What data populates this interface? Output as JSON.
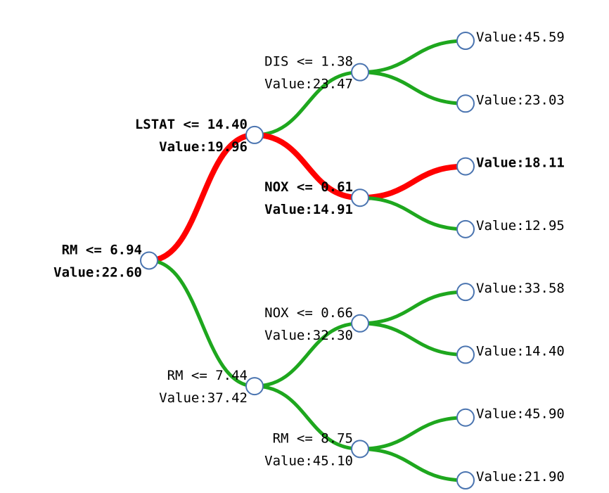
{
  "colors": {
    "path_highlight": "#ff0000",
    "edge_default": "#1ea71e",
    "node_stroke": "#4a74b0",
    "node_fill": "#ffffff"
  },
  "tree": {
    "root": {
      "condition": "RM <= 6.94",
      "value": "Value:22.60",
      "highlighted": true,
      "left": {
        "condition": "LSTAT <= 14.40",
        "value": "Value:19.96",
        "highlighted": true,
        "left": {
          "condition": "DIS <= 1.38",
          "value": "Value:23.47",
          "highlighted": false,
          "left": {
            "value": "Value:45.59",
            "highlighted": false
          },
          "right": {
            "value": "Value:23.03",
            "highlighted": false
          }
        },
        "right": {
          "condition": "NOX <= 0.61",
          "value": "Value:14.91",
          "highlighted": true,
          "left": {
            "value": "Value:18.11",
            "highlighted": true
          },
          "right": {
            "value": "Value:12.95",
            "highlighted": false
          }
        }
      },
      "right": {
        "condition": "RM <= 7.44",
        "value": "Value:37.42",
        "highlighted": false,
        "left": {
          "condition": "NOX <= 0.66",
          "value": "Value:32.30",
          "highlighted": false,
          "left": {
            "value": "Value:33.58",
            "highlighted": false
          },
          "right": {
            "value": "Value:14.40",
            "highlighted": false
          }
        },
        "right": {
          "condition": "RM <= 8.75",
          "value": "Value:45.10",
          "highlighted": false,
          "left": {
            "value": "Value:45.90",
            "highlighted": false
          },
          "right": {
            "value": "Value:21.90",
            "highlighted": false
          }
        }
      }
    }
  }
}
